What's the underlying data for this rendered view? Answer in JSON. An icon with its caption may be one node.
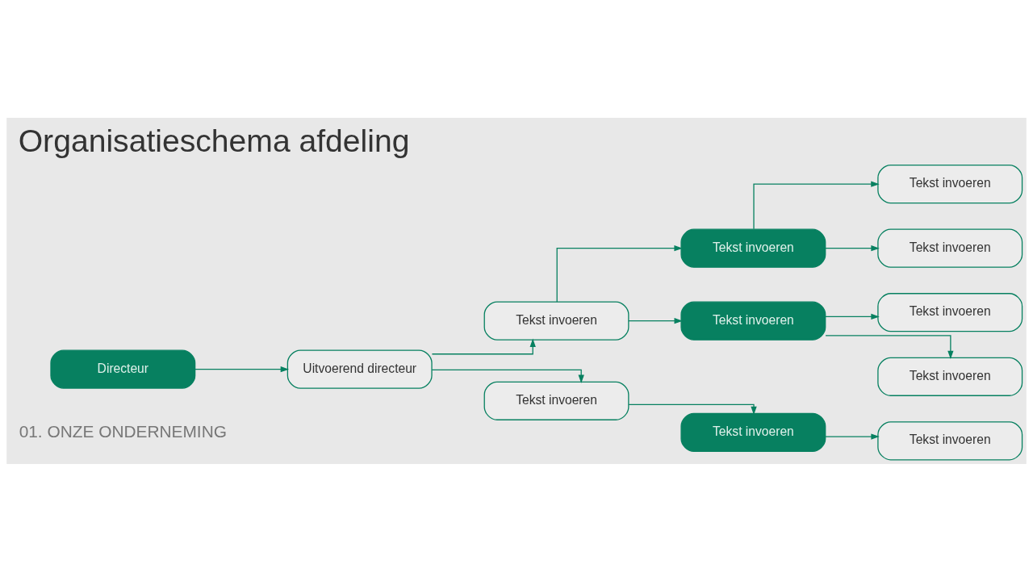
{
  "diagram": {
    "title": "Organisatieschema afdeling",
    "nodes": [
      {
        "text": [
          "Directeur"
        ]
      },
      {
        "text": [
          "Uitvoerend directeur"
        ]
      },
      {
        "text": [
          "Tekst invoeren"
        ]
      },
      {
        "text": [
          "Tekst invoeren"
        ]
      },
      {
        "text": [
          "Tekst invoeren"
        ]
      },
      {
        "text": [
          "Tekst invoeren"
        ]
      },
      {
        "text": [
          "Tekst invoeren"
        ]
      },
      {
        "text": [
          "Tekst invoeren"
        ]
      },
      {
        "text": [
          "Tekst invoeren"
        ]
      },
      {
        "text": [
          "Tekst invoeren"
        ]
      },
      {
        "text": [
          "Tekst invoeren"
        ]
      },
      {
        "text": [
          "Tekst invoeren"
        ]
      }
    ],
    "edges": [
      {
        "from": 0,
        "to": 1,
        "arrow": "to"
      },
      {
        "from": 1,
        "to": 2,
        "arrow": "to"
      },
      {
        "from": 1,
        "to": 3,
        "arrow": "to"
      },
      {
        "from": 2,
        "to": 4,
        "arrow": "to"
      },
      {
        "from": 2,
        "to": 5,
        "arrow": "to"
      },
      {
        "from": 4,
        "to": 7,
        "arrow": "to"
      },
      {
        "from": 4,
        "to": 8,
        "arrow": "to"
      },
      {
        "from": 5,
        "to": 9,
        "arrow": "to"
      },
      {
        "from": 5,
        "to": 10,
        "arrow": "to"
      },
      {
        "from": 3,
        "to": 6,
        "arrow": "to"
      },
      {
        "from": 6,
        "to": 11,
        "arrow": "to"
      }
    ],
    "labels": [
      "01. ONZE ONDERNEMING"
    ]
  }
}
